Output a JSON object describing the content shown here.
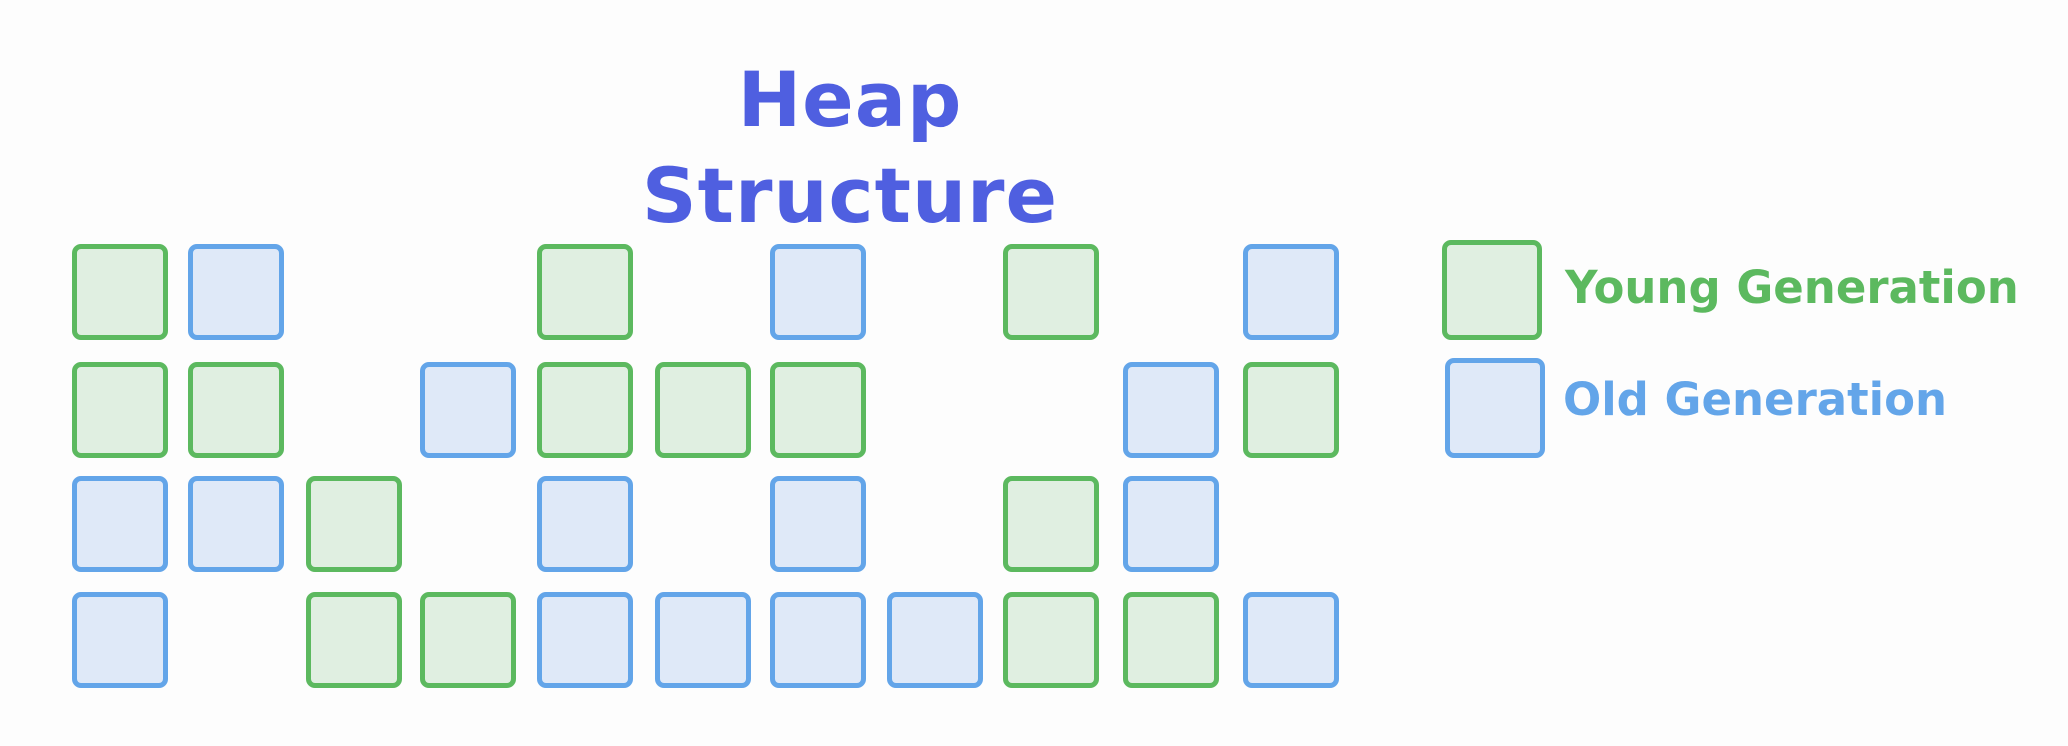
{
  "title": "Heap Structure",
  "colors": {
    "title": "#4f5fe0",
    "young_border": "#5cb95f",
    "young_fill": "#e0efe1",
    "old_border": "#63a5e9",
    "old_fill": "#dfe9f8"
  },
  "legend": {
    "young": {
      "label": "Young Generation",
      "color": "#5cb95f"
    },
    "old": {
      "label": "Old Generation",
      "color": "#63a5e9"
    }
  },
  "grid": {
    "rows": [
      [
        "young",
        "old",
        null,
        null,
        "young",
        null,
        "old",
        null,
        "young",
        null,
        "old"
      ],
      [
        "young",
        "young",
        null,
        "old",
        "young",
        "young",
        "young",
        null,
        null,
        "old",
        "young"
      ],
      [
        "old",
        "old",
        "young",
        null,
        "old",
        null,
        "old",
        null,
        "young",
        "old",
        null
      ],
      [
        "old",
        null,
        "young",
        "young",
        "old",
        "old",
        "old",
        "old",
        "young",
        "young",
        "old"
      ]
    ]
  }
}
